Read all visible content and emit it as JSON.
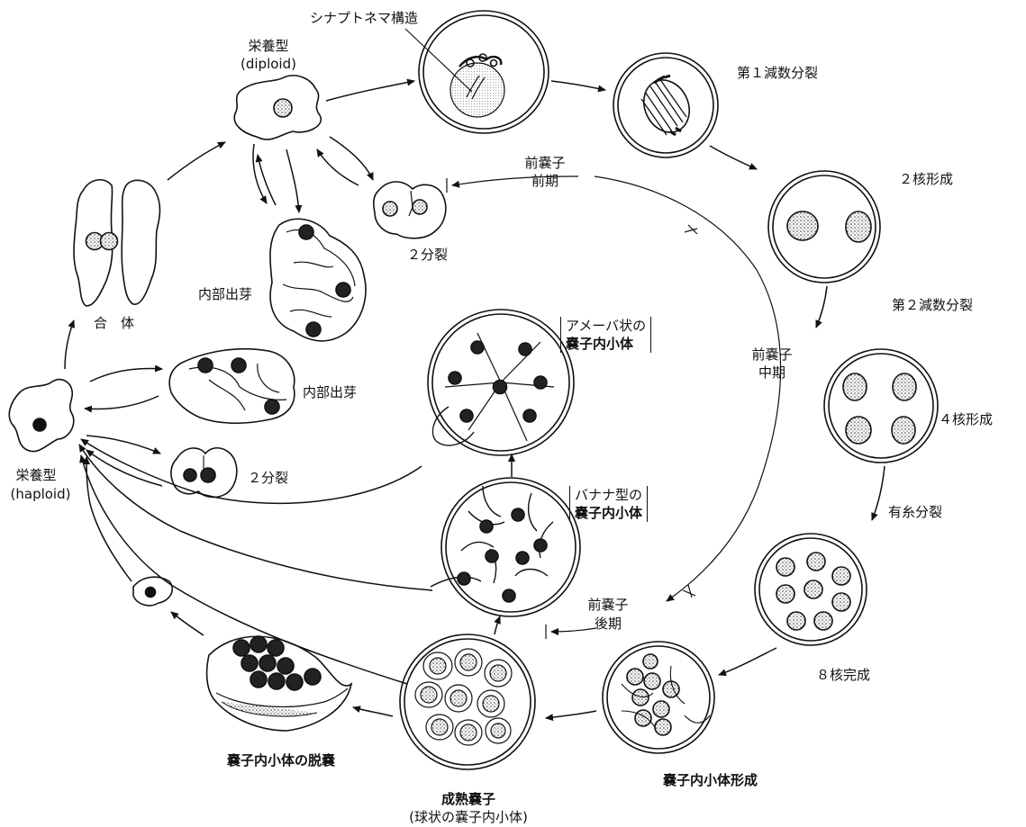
{
  "labels": {
    "synaptonemal": "シナプトネマ構造",
    "trophozoite_diploid_1": "栄養型",
    "trophozoite_diploid_2": "(diploid)",
    "meiosis1": "第１減数分裂",
    "binuclear": "２核形成",
    "meiosis2": "第２減数分裂",
    "tetranuclear": "４核形成",
    "mitosis": "有糸分裂",
    "octonuclear": "８核完成",
    "sporoplasm_formation": "嚢子内小体形成",
    "mature_cyst_1": "成熟嚢子",
    "mature_cyst_2": "(球状の嚢子内小体)",
    "excystation": "嚢子内小体の脱嚢",
    "trophozoite_haploid_1": "栄養型",
    "trophozoite_haploid_2": "(haploid)",
    "fusion": "合　体",
    "budding_diploid": "内部出芽",
    "fission_diploid": "２分裂",
    "budding_haploid": "内部出芽",
    "fission_haploid": "２分裂",
    "precyst_early_1": "前嚢子",
    "precyst_early_2": "前期",
    "precyst_mid_1": "前嚢子",
    "precyst_mid_2": "中期",
    "precyst_late_1": "前嚢子",
    "precyst_late_2": "後期",
    "amoeboid_1": "アメーバ状の",
    "amoeboid_2": "嚢子内小体",
    "banana_1": "バナナ型の",
    "banana_2": "嚢子内小体"
  }
}
